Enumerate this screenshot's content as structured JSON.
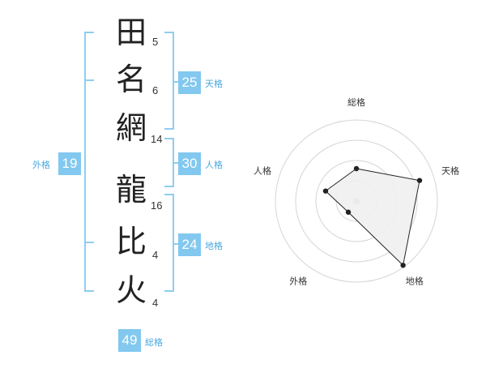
{
  "name": [
    {
      "char": "田",
      "strokes": "5"
    },
    {
      "char": "名",
      "strokes": "6"
    },
    {
      "char": "網",
      "strokes": "14"
    },
    {
      "char": "龍",
      "strokes": "16"
    },
    {
      "char": "比",
      "strokes": "4"
    },
    {
      "char": "火",
      "strokes": "4"
    }
  ],
  "scores": {
    "tenkaku": {
      "value": "25",
      "label": "天格"
    },
    "jinkaku": {
      "value": "30",
      "label": "人格"
    },
    "chikaku": {
      "value": "24",
      "label": "地格"
    },
    "gaikaku": {
      "value": "19",
      "label": "外格"
    },
    "soukaku": {
      "value": "49",
      "label": "総格"
    }
  },
  "chart_data": {
    "type": "radar",
    "axes": [
      "総格",
      "天格",
      "地格",
      "外格",
      "人格"
    ],
    "values": [
      0.4,
      0.82,
      0.98,
      0.17,
      0.4
    ],
    "max": 1,
    "rings": 4,
    "grid": true,
    "colors": {
      "fill": "#f0f0f0",
      "line": "#222222",
      "grid": "#d5d5d5",
      "center": "#bbbbbb"
    }
  },
  "colors": {
    "accent": "#82c8ef",
    "accent_text": "#4aa9df"
  }
}
